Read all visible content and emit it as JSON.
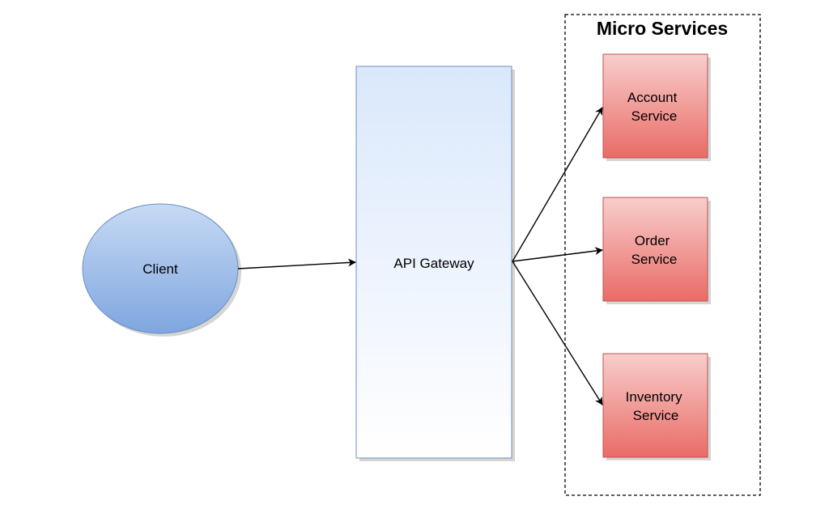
{
  "diagram": {
    "group": {
      "title": "Micro Services"
    },
    "nodes": {
      "client": {
        "label": "Client"
      },
      "gateway": {
        "label": "API Gateway"
      },
      "account": {
        "line1": "Account",
        "line2": "Service"
      },
      "order": {
        "line1": "Order",
        "line2": "Service"
      },
      "inventory": {
        "line1": "Inventory",
        "line2": "Service"
      }
    },
    "edges": [
      {
        "from": "Client",
        "to": "API Gateway"
      },
      {
        "from": "API Gateway",
        "to": "Account Service"
      },
      {
        "from": "API Gateway",
        "to": "Order Service"
      },
      {
        "from": "API Gateway",
        "to": "Inventory Service"
      }
    ]
  },
  "colors": {
    "client_fill_top": "#c8daf4",
    "client_fill_bottom": "#7ea6e0",
    "client_stroke": "#6c8ebf",
    "gateway_fill_top": "#dae8fc",
    "gateway_fill_bottom": "#ffffff",
    "gateway_stroke": "#6c8ebf",
    "service_fill_top": "#f8cecc",
    "service_fill_bottom": "#ea6b66",
    "service_stroke": "#b85450",
    "edge": "#000000",
    "group_border": "#000000"
  }
}
